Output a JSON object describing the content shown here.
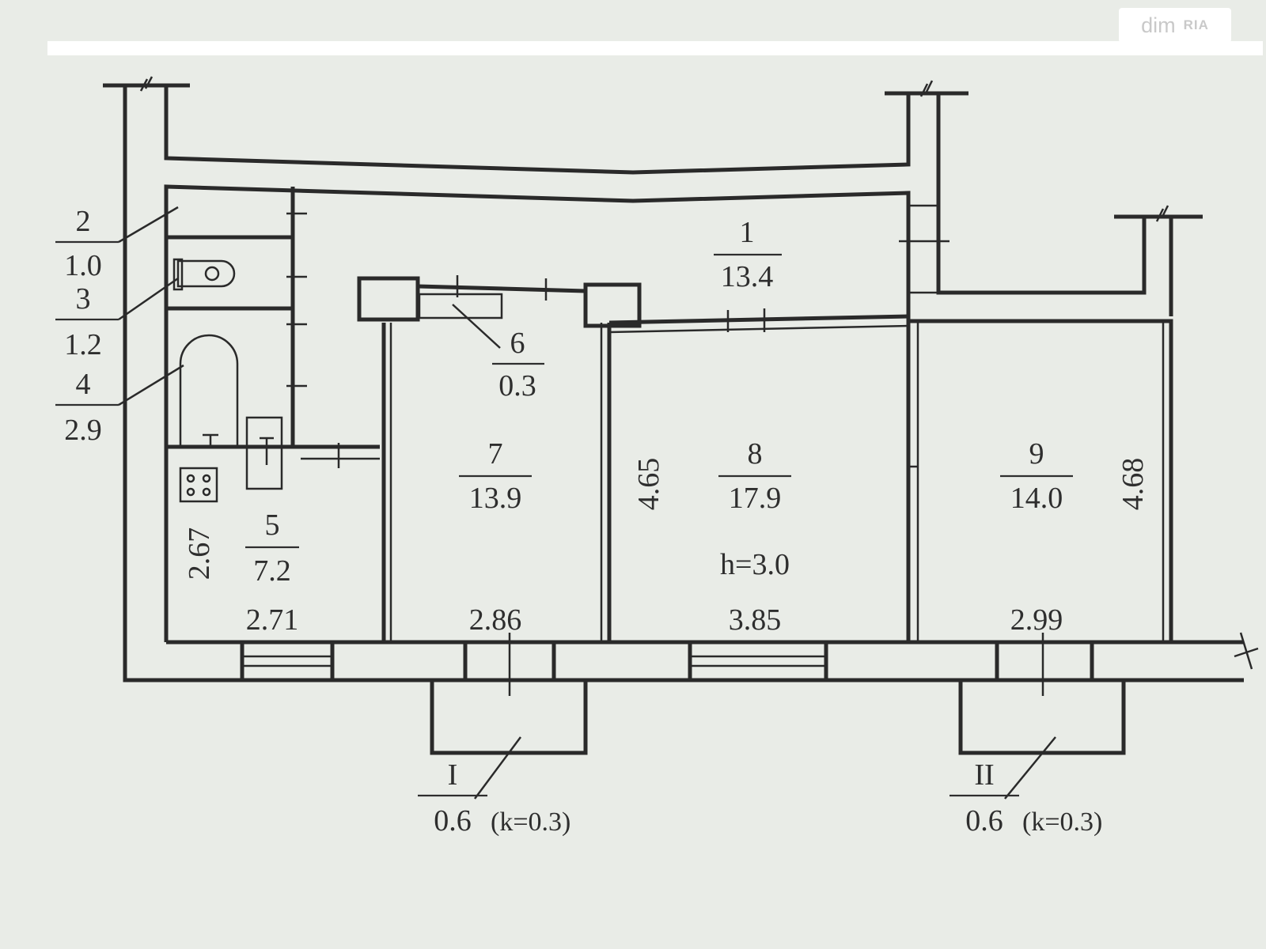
{
  "watermark": {
    "brand": "dim",
    "sub": "RIA"
  },
  "rooms": [
    {
      "id": "1",
      "area": "13.4"
    },
    {
      "id": "2",
      "area": "1.0"
    },
    {
      "id": "3",
      "area": "1.2"
    },
    {
      "id": "4",
      "area": "2.9"
    },
    {
      "id": "5",
      "area": "7.2"
    },
    {
      "id": "6",
      "area": "0.3"
    },
    {
      "id": "7",
      "area": "13.9"
    },
    {
      "id": "8",
      "area": "17.9"
    },
    {
      "id": "9",
      "area": "14.0"
    }
  ],
  "balconies": [
    {
      "id": "I",
      "area": "0.6",
      "coef": "(k=0.3)"
    },
    {
      "id": "II",
      "area": "0.6",
      "coef": "(k=0.3)"
    }
  ],
  "dimensions": {
    "w5": "2.71",
    "w7": "2.86",
    "w8": "3.85",
    "w9": "2.99",
    "h5": "2.67",
    "h7": "4.65",
    "h9": "4.68"
  },
  "ceiling_height": "h=3.0"
}
